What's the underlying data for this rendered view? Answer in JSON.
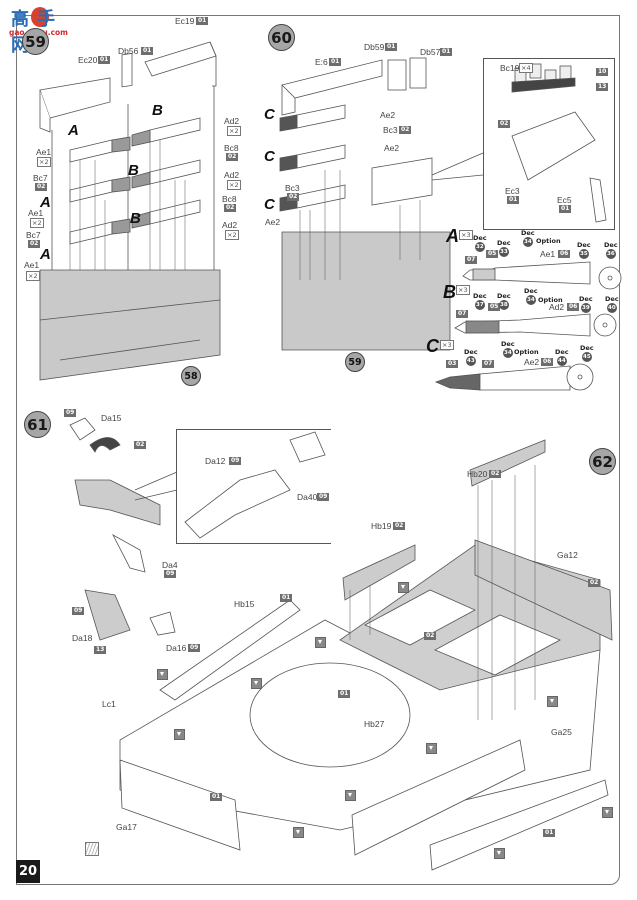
{
  "watermark": {
    "title": "高手网",
    "url": "gao.shou.com"
  },
  "page_number": "20",
  "steps": {
    "s59": {
      "number": "59",
      "labels": {
        "ec19": "Ec19",
        "ec19_tag": "01",
        "db56": "Db56",
        "db56_tag": "01",
        "ec20": "Ec20",
        "ec20_tag": "01",
        "ae1_a": "Ae1",
        "ae1_a_qty": "×2",
        "bc7_a": "Bc7",
        "bc7_a_tag": "02",
        "ae1_b": "Ae1",
        "ae1_b_qty": "×2",
        "bc7_b": "Bc7",
        "bc7_b_tag": "02",
        "ae1_c": "Ae1",
        "ae1_c_qty": "×2",
        "ad2_a": "Ad2",
        "ad2_a_qty": "×2",
        "bc8_a": "Bc8",
        "bc8_a_tag": "02",
        "ad2_b": "Ad2",
        "ad2_b_qty": "×2",
        "bc8_b": "Bc8",
        "bc8_b_tag": "02",
        "ad2_c": "Ad2",
        "ad2_c_qty": "×2"
      },
      "letters": [
        "A",
        "A",
        "A",
        "B",
        "B",
        "B"
      ],
      "ref_step": "58"
    },
    "s60": {
      "number": "60",
      "labels": {
        "e6": "E:6",
        "e6_tag": "01",
        "db59": "Db59",
        "db59_tag": "01",
        "db57": "Db57",
        "db57_tag": "01",
        "ae2_a": "Ae2",
        "bc3_a": "Bc3",
        "bc3_a_tag": "02",
        "ae2_b": "Ae2",
        "bc3_b": "Bc3",
        "bc3_b_tag": "02",
        "ae2_c": "Ae2",
        "bc19": "Bc19",
        "bc19_qty": "×4",
        "tag_10": "10",
        "tag_13": "13",
        "tag_02": "02",
        "ec3": "Ec3",
        "ec3_tag": "01",
        "ec5": "Ec5",
        "ec5_tag": "01"
      },
      "letters": [
        "C",
        "C",
        "C"
      ],
      "ref_step": "59"
    },
    "shells": [
      {
        "letter": "A",
        "qty": "×3",
        "part": "Ae1",
        "part_tag": "06",
        "tip_tag": "07",
        "band_tag": "05",
        "decals": [
          "32",
          "33",
          "35",
          "36"
        ],
        "option_decal": "34",
        "option_label": "Option",
        "dec_label": "Dec"
      },
      {
        "letter": "B",
        "qty": "×3",
        "part": "Ad2",
        "part_tag": "06",
        "tip_tag": "07",
        "band_tag": "05",
        "decals": [
          "37",
          "38",
          "39",
          "40"
        ],
        "option_decal": "34",
        "option_label": "Option",
        "dec_label": "Dec"
      },
      {
        "letter": "C",
        "qty": "×3",
        "part": "Ae2",
        "part_tag": "06",
        "tip_tag": "03",
        "band_tag": "07",
        "decals": [
          "43",
          "44",
          "45"
        ],
        "option_decal": "34",
        "option_label": "Option",
        "dec_label": "Dec"
      }
    ],
    "s61": {
      "number": "61",
      "labels": {
        "da15": "Da15",
        "tag_09": "09",
        "tag_02": "02",
        "da12": "Da12",
        "da12_tag": "09",
        "da40": "Da40",
        "da40_tag": "09",
        "da4": "Da4",
        "da4_tag": "09",
        "da18": "Da18",
        "da18_tag": "13",
        "da18_side_tag": "09",
        "da16": "Da16",
        "da16_tag": "09"
      }
    },
    "s62": {
      "number": "62",
      "labels": {
        "hb20": "Hb20",
        "hb20_tag": "02",
        "hb19": "Hb19",
        "hb19_tag": "02",
        "ga12": "Ga12",
        "ga12_tag": "02",
        "hb15": "Hb15",
        "hb15_tag": "01",
        "lc1": "Lc1",
        "hb27": "Hb27",
        "ga25": "Ga25",
        "ga17": "Ga17",
        "tag_01_a": "01",
        "tag_01_b": "01",
        "tag_01_c": "01",
        "tag_02_frame": "02"
      }
    }
  }
}
